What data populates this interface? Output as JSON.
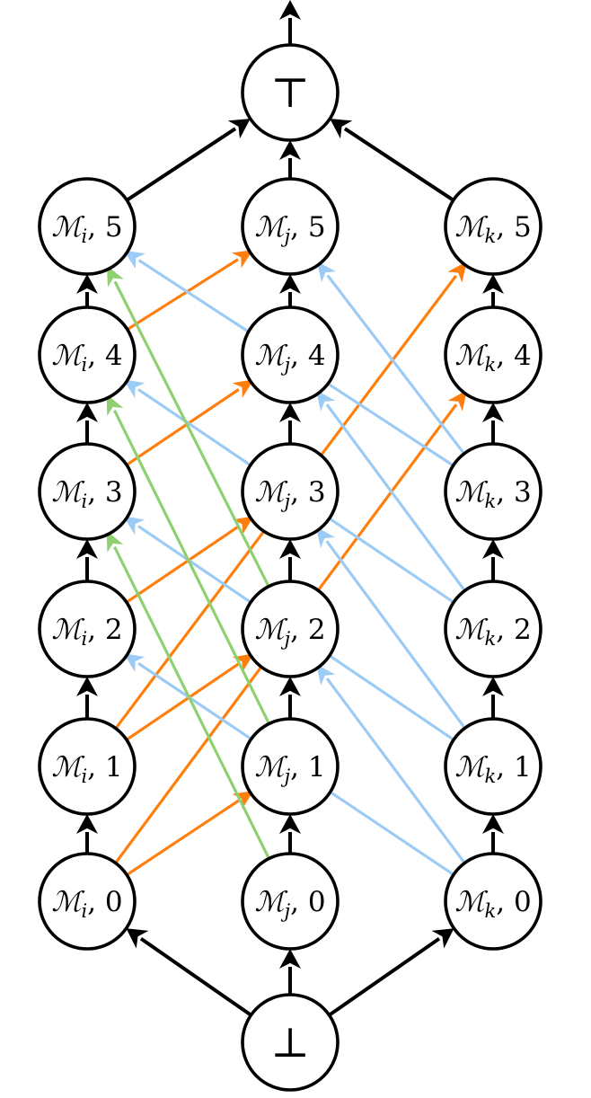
{
  "colors": {
    "structure": "#000000",
    "orange": "#ff7f0e",
    "green": "#8fd070",
    "blue": "#9ccbf5"
  },
  "nodes": {
    "top": "⊤",
    "bottom": "⊥",
    "columns": [
      {
        "id": "i",
        "script": "ℳ",
        "sub": "i",
        "levels": [
          "0",
          "1",
          "2",
          "3",
          "4",
          "5"
        ]
      },
      {
        "id": "j",
        "script": "ℳ",
        "sub": "j",
        "levels": [
          "0",
          "1",
          "2",
          "3",
          "4",
          "5"
        ]
      },
      {
        "id": "k",
        "script": "ℳ",
        "sub": "k",
        "levels": [
          "0",
          "1",
          "2",
          "3",
          "4",
          "5"
        ]
      }
    ]
  },
  "edges": {
    "structural": [
      [
        "bottom",
        "i0"
      ],
      [
        "bottom",
        "j0"
      ],
      [
        "bottom",
        "k0"
      ],
      [
        "i0",
        "i1"
      ],
      [
        "i1",
        "i2"
      ],
      [
        "i2",
        "i3"
      ],
      [
        "i3",
        "i4"
      ],
      [
        "i4",
        "i5"
      ],
      [
        "j0",
        "j1"
      ],
      [
        "j1",
        "j2"
      ],
      [
        "j2",
        "j3"
      ],
      [
        "j3",
        "j4"
      ],
      [
        "j4",
        "j5"
      ],
      [
        "k0",
        "k1"
      ],
      [
        "k1",
        "k2"
      ],
      [
        "k2",
        "k3"
      ],
      [
        "k3",
        "k4"
      ],
      [
        "k4",
        "k5"
      ],
      [
        "i5",
        "top"
      ],
      [
        "j5",
        "top"
      ],
      [
        "k5",
        "top"
      ],
      [
        "top",
        "out"
      ]
    ],
    "orange": [
      [
        "i0",
        "j1"
      ],
      [
        "i0",
        "k4"
      ],
      [
        "i1",
        "j2"
      ],
      [
        "i1",
        "k5"
      ],
      [
        "i2",
        "j3"
      ],
      [
        "i3",
        "j4"
      ],
      [
        "i4",
        "j5"
      ]
    ],
    "green": [
      [
        "j0",
        "i3"
      ],
      [
        "j1",
        "i4"
      ],
      [
        "j2",
        "i5"
      ]
    ],
    "blue": [
      [
        "k0",
        "i2"
      ],
      [
        "k0",
        "j2"
      ],
      [
        "k1",
        "i3"
      ],
      [
        "k1",
        "j3"
      ],
      [
        "k2",
        "i4"
      ],
      [
        "k2",
        "j4"
      ],
      [
        "k3",
        "i5"
      ],
      [
        "k3",
        "j5"
      ]
    ]
  }
}
